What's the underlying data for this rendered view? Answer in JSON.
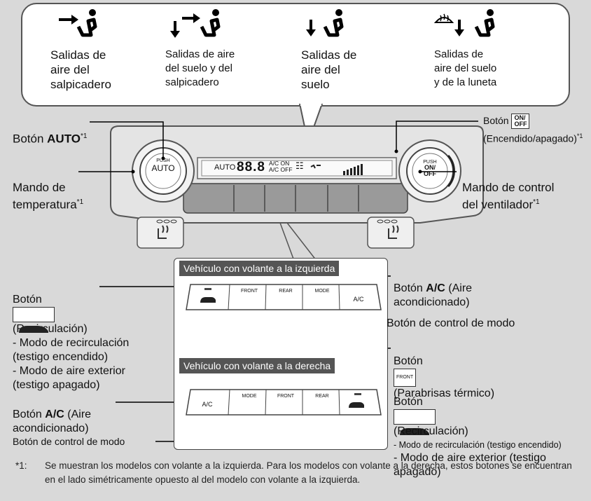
{
  "modes": [
    {
      "icon": "dashboard-vents-icon",
      "label": "Salidas de\naire del\nsalpicadero"
    },
    {
      "icon": "floor-dashboard-vents-icon",
      "label": "Salidas de aire\ndel suelo y del\nsalpicadero"
    },
    {
      "icon": "floor-vents-icon",
      "label": "Salidas de\naire del\nsuelo"
    },
    {
      "icon": "floor-defrost-vents-icon",
      "label": "Salidas de\naire del suelo\ny de la luneta"
    }
  ],
  "labels": {
    "auto_prefix": "Botón ",
    "auto_bold": "AUTO",
    "auto_sup": "*1",
    "onoff_prefix": "Botón ",
    "onoff_icon_text": "ON/\nOFF",
    "onoff_suffix": "(Encendido/apagado)",
    "onoff_sup": "*1",
    "temp": "Mando de\ntemperatura",
    "temp_sup": "*1",
    "fan": "Mando de control\ndel ventilador",
    "fan_sup": "*1",
    "recirc_prefix": "Botón",
    "recirc_desc": "(Recirculación)\n- Modo de recirculación\n(testigo encendido)\n- Modo de aire exterior\n(testigo apagado)",
    "ac_right_prefix": "Botón ",
    "ac_right_bold": "A/C",
    "ac_right_rest": " (Aire\nacondicionado)",
    "mode_ctrl_right": "Botón de control de modo",
    "front_prefix": "Botón",
    "front_icon_text": "FRONT",
    "front_suffix": "(Parabrisas térmico)",
    "recirc2_prefix": "Botón",
    "recirc2_suffix": "(Recirculación)",
    "recirc2_line1": "- Modo de recirculación (testigo encendido)",
    "recirc2_line2": "- Modo de aire exterior (testigo\napagado)",
    "ac_left_prefix": "Botón ",
    "ac_left_bold": "A/C",
    "ac_left_rest": " (Aire\nacondicionado)",
    "mode_ctrl_left": "Botón de control de modo"
  },
  "display": {
    "auto": "AUTO",
    "temp_digits": "88.8",
    "ac_on": "A/C ON",
    "ac_off": "A/C OFF"
  },
  "knob": {
    "left_push": "PUSH",
    "left_label": "AUTO",
    "right_push": "PUSH",
    "right_label": "ON/\nOFF"
  },
  "panels": {
    "lhd_tag": "Vehículo con volante a la izquierda",
    "rhd_tag": "Vehículo con volante a la derecha",
    "lhd_buttons": [
      "",
      "FRONT",
      "REAR",
      "MODE",
      "A/C"
    ],
    "rhd_buttons": [
      "A/C",
      "MODE",
      "FRONT",
      "REAR",
      ""
    ]
  },
  "footnote": {
    "marker": "*1:",
    "text": "Se muestran los modelos con volante a la izquierda. Para los modelos con volante a la derecha, estos botones se encuentran en el lado simétricamente opuesto al del modelo con volante a la izquierda."
  }
}
